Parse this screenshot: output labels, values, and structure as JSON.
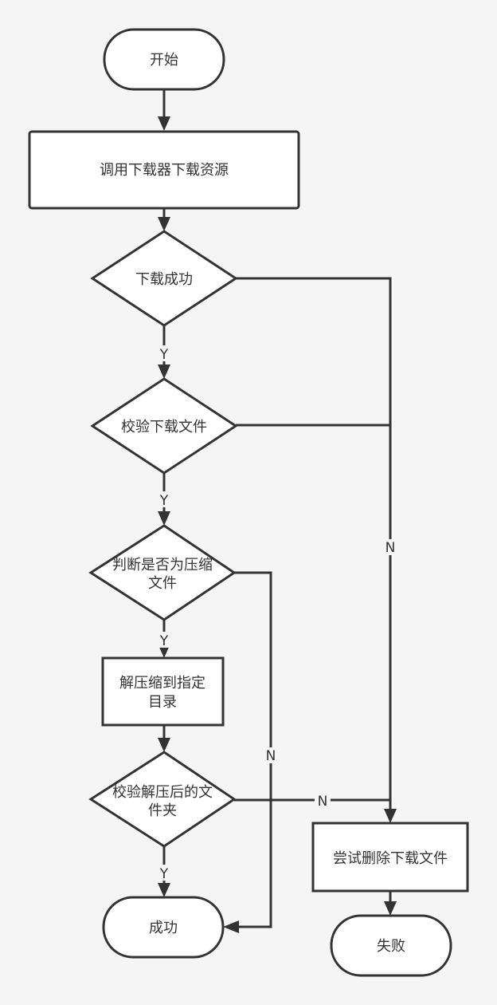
{
  "nodes": {
    "start": "开始",
    "download": "调用下载器下载资源",
    "download_success": "下载成功",
    "verify_download": "校验下载文件",
    "is_compressed": [
      "判断是否为压缩",
      "文件"
    ],
    "extract": [
      "解压缩到指定",
      "目录"
    ],
    "verify_extracted": [
      "校验解压后的文",
      "件夹"
    ],
    "success": "成功",
    "delete_download": "尝试删除下载文件",
    "fail": "失败"
  },
  "edge_labels": {
    "yes": "Y",
    "no": "N"
  }
}
